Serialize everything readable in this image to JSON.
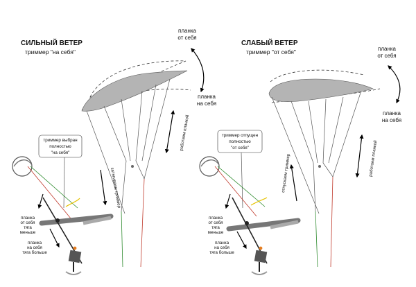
{
  "left": {
    "title": "СИЛЬНЫЙ ВЕТЕР",
    "subtitle": "триммер \"на себя\"",
    "bar_away": [
      "планка",
      "от себя"
    ],
    "bar_toward": [
      "планка",
      "на себя"
    ],
    "callout": [
      "триммер выбран",
      "полностью",
      "\"на себя\""
    ],
    "trim_side": "затягиваем триммер",
    "bar_side": "работаем планкой",
    "note_away": [
      "планка",
      "от себя",
      "тяга",
      "меньше"
    ],
    "note_toward": [
      "планка",
      "на себя",
      "тяга больше"
    ]
  },
  "right": {
    "title": "СЛАБЫЙ ВЕТЕР",
    "subtitle": "триммер \"от себя\"",
    "bar_away": [
      "планка",
      "от себя"
    ],
    "bar_toward": [
      "планка",
      "на себя"
    ],
    "callout": [
      "триммер отпущен",
      "полностью",
      "\"от себя\""
    ],
    "trim_side": "отпускаем триммер",
    "bar_side": "работаем планкой",
    "note_away": [
      "планка",
      "от себя",
      "тяга",
      "меньше"
    ],
    "note_toward": [
      "планка",
      "на себя",
      "тяга больше"
    ]
  }
}
